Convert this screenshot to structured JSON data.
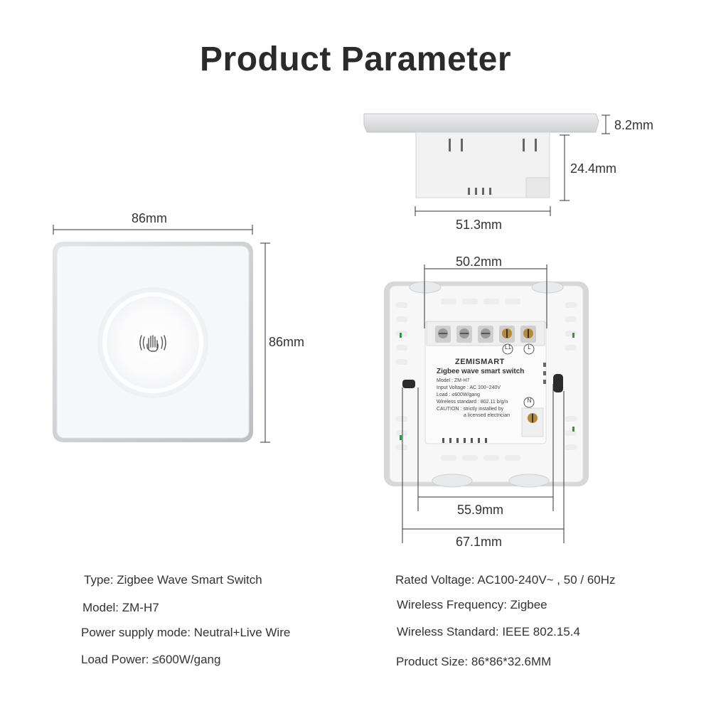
{
  "title": "Product Parameter",
  "dimensions": {
    "front_width": "86mm",
    "front_height": "86mm",
    "side_plate": "8.2mm",
    "side_depth": "24.4mm",
    "side_width": "51.3mm",
    "back_top": "50.2mm",
    "back_inner": "55.9mm",
    "back_outer": "67.1mm"
  },
  "label": {
    "brand": "ZEMISMART",
    "name": "Zigbee wave smart switch",
    "model": "Model : ZM-H7",
    "voltage": "Input Voltage : AC 100~240V",
    "load": "Load : ≤600W/gang",
    "wireless": "Wireless standard : 802.11 b/g/n",
    "caution1": "CAUTION : strictly installed by",
    "caution2": "a licensed electrician",
    "terminal_l1": "L1",
    "terminal_l": "L",
    "terminal_n": "N"
  },
  "specs_left": [
    "Type: Zigbee Wave Smart Switch",
    "Model: ZM-H7",
    "Power supply mode: Neutral+Live Wire",
    "Load Power: ≤600W/gang"
  ],
  "specs_right": [
    "Rated Voltage: AC100-240V~ , 50 / 60Hz",
    "Wireless Frequency: Zigbee",
    "Wireless Standard: IEEE 802.15.4",
    "Product Size: 86*86*32.6MM"
  ],
  "colors": {
    "panel": "#f4f5f7",
    "frame": "#c9cacc",
    "line": "#333333",
    "back_housing": "#f7f7f7"
  }
}
